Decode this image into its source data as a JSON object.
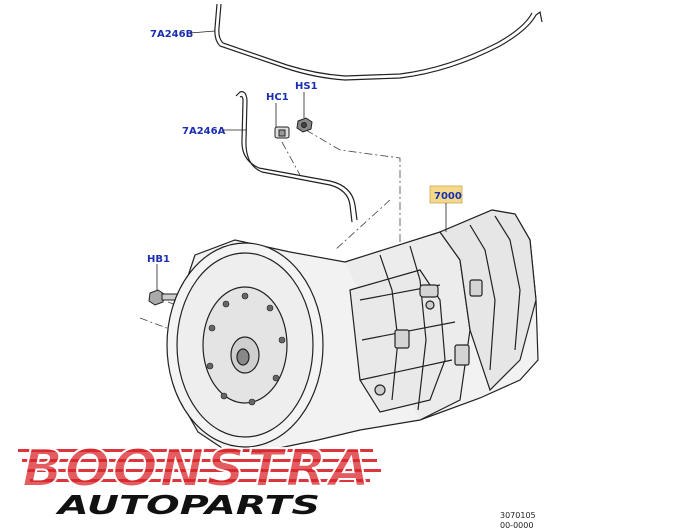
{
  "callouts": {
    "hose_upper": "7A246B",
    "hose_lower": "7A246A",
    "clip": "HC1",
    "screw": "HS1",
    "bolt": "HB1",
    "transmission": "7000"
  },
  "diagram_number": "3070105",
  "diagram_number_sub": "00-0000",
  "watermark": {
    "line1": "BOONSTRA",
    "line2": "AUTOPARTS",
    "color_primary": "#d8262b"
  },
  "colors": {
    "callout_text": "#1a2fb0",
    "callout_box": "#f4d98a",
    "line": "#222222"
  }
}
